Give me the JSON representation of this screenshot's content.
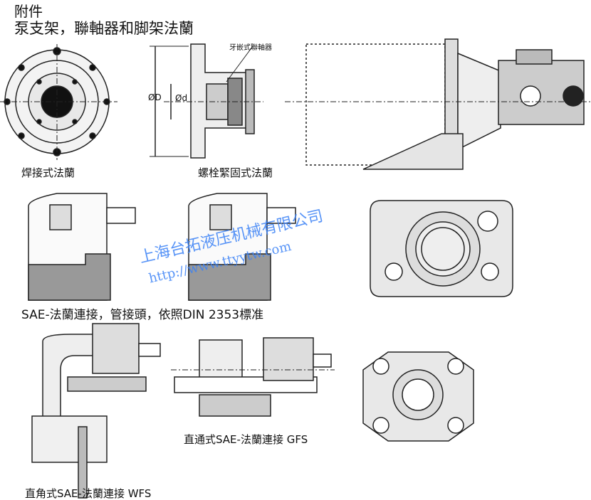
{
  "header": {
    "section": "附件",
    "title": "泵支架，聯軸器和脚架法蘭"
  },
  "labels": {
    "weld_flange": "焊接式法蘭",
    "bolt_flange": "螺栓緊固式法蘭",
    "coupling": "牙嵌式聯軸器",
    "dim_D": "ØD",
    "dim_d": "Ød",
    "sae_title": "SAE-法蘭連接，管接頭，依照DIN 2353標准",
    "gfs": "直通式SAE-法蘭連接 GFS",
    "wfs": "直角式SAE-法蘭連接 WFS"
  },
  "watermark": {
    "company": "上海台拓液压机械有限公司",
    "url": "http://www.ttyytw.com"
  }
}
